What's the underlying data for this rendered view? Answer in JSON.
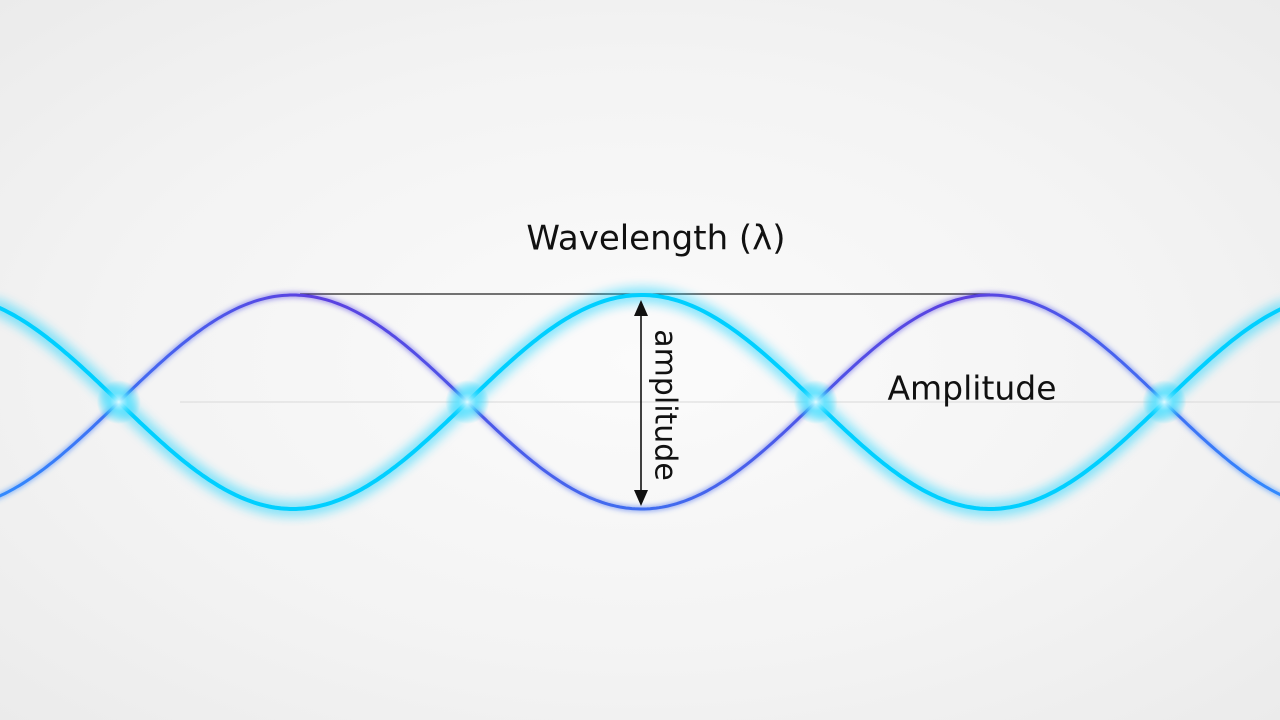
{
  "diagram": {
    "wavelength_label": "Wavelength (λ)",
    "amplitude_label": "Amplitude",
    "amplitude_vertical_label": "amplitude"
  },
  "colors": {
    "wave_a": "#00cfff",
    "wave_b_start": "#5b3fe0",
    "wave_b_end": "#2f8cff",
    "glow": "#3fe0ff",
    "text": "#111111",
    "guide_line": "#222222",
    "axis_line": "#d9d9d9"
  }
}
